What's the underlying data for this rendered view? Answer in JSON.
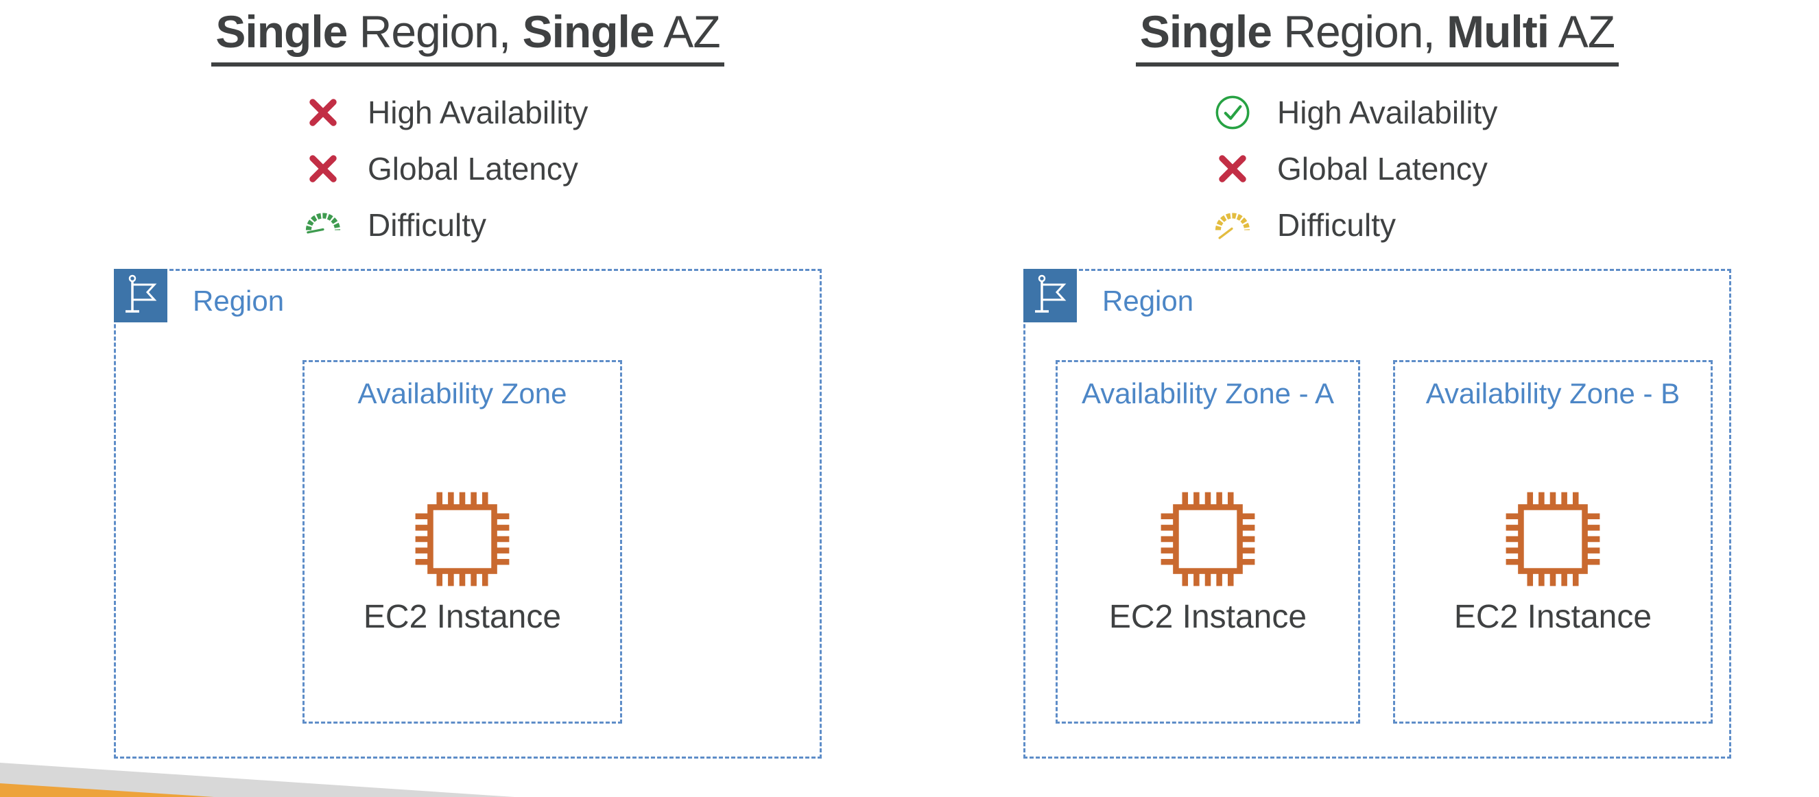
{
  "colors": {
    "title_text": "#3F4142",
    "body_text": "#3F4142",
    "blue_label": "#4C86C6",
    "dashed_border_blue": "#5E8DC8",
    "region_flag_bg": "#3D74A9",
    "cross_red": "#C22E45",
    "check_green": "#27A243",
    "gauge_green": "#3E9B4F",
    "gauge_yellow": "#E3BC3F",
    "ec2_orange": "#C9692F",
    "wedge_gray": "#D8D8D8",
    "wedge_orange": "#EDA33B"
  },
  "panels": [
    {
      "title_segments": [
        {
          "text": "Single",
          "bold": true
        },
        {
          "text": " Region, ",
          "bold": false
        },
        {
          "text": "Single",
          "bold": true
        },
        {
          "text": " AZ",
          "bold": false
        }
      ],
      "features": [
        {
          "icon": "cross",
          "label": "High Availability"
        },
        {
          "icon": "cross",
          "label": "Global Latency"
        },
        {
          "icon": "gauge-low",
          "label": "Difficulty"
        }
      ],
      "region": {
        "label": "Region",
        "availability_zones": [
          {
            "label": "Availability Zone",
            "instance_label": "EC2 Instance"
          }
        ]
      }
    },
    {
      "title_segments": [
        {
          "text": "Single",
          "bold": true
        },
        {
          "text": " Region, ",
          "bold": false
        },
        {
          "text": "Multi",
          "bold": true
        },
        {
          "text": " AZ",
          "bold": false
        }
      ],
      "features": [
        {
          "icon": "check-circle",
          "label": "High Availability"
        },
        {
          "icon": "cross",
          "label": "Global Latency"
        },
        {
          "icon": "gauge-medium",
          "label": "Difficulty"
        }
      ],
      "region": {
        "label": "Region",
        "availability_zones": [
          {
            "label": "Availability Zone - A",
            "instance_label": "EC2 Instance"
          },
          {
            "label": "Availability Zone - B",
            "instance_label": "EC2 Instance"
          }
        ]
      }
    }
  ]
}
